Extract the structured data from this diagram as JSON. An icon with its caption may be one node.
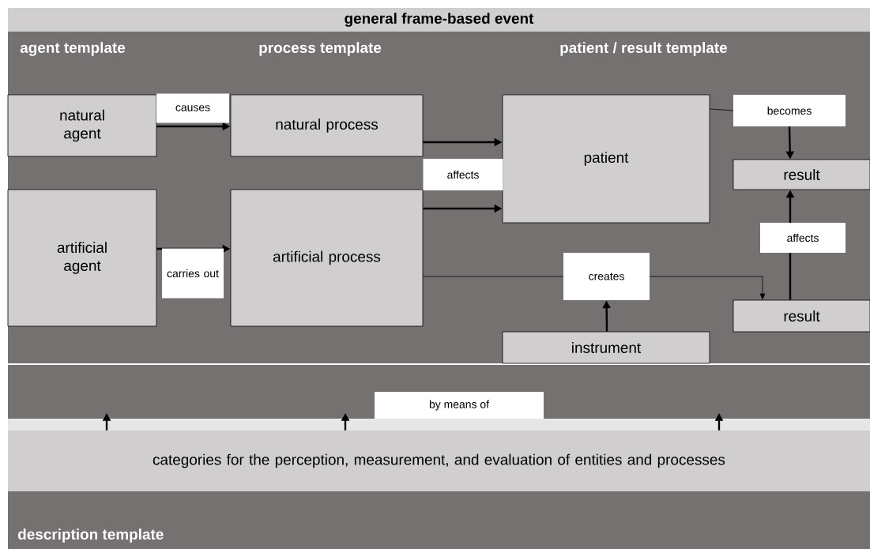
{
  "diagram": {
    "nodes": [
      {
        "text": [
          "general frame-based event"
        ]
      },
      {
        "text": [
          "natural agent"
        ],
        "in": 0
      },
      {
        "text": [
          "natural process"
        ],
        "in": 0
      },
      {
        "text": [
          "patient"
        ],
        "in": 0
      },
      {
        "text": [
          "becomes"
        ],
        "in": 0
      },
      {
        "text": [
          "result"
        ],
        "in": 0
      },
      {
        "text": [
          "artificial agent"
        ],
        "in": 0
      },
      {
        "text": [
          "artificial process"
        ],
        "in": 0
      },
      {
        "text": [
          "creates"
        ],
        "in": 0
      },
      {
        "text": [
          "result"
        ],
        "in": 0
      },
      {
        "text": [
          "instrument"
        ],
        "in": 0
      },
      {
        "text": [
          "description template"
        ]
      },
      {
        "text": [
          "categories for the perception, measurement, and evaluation of entities and processes"
        ],
        "in": 11
      }
    ],
    "edges": [
      {
        "from": 1,
        "to": 2,
        "arrow": "to",
        "label": "causes"
      },
      {
        "from": 6,
        "to": 7,
        "arrow": "to",
        "label": "carries out"
      },
      {
        "from": 2,
        "to": 3,
        "arrow": "to",
        "label": "affects"
      },
      {
        "from": 7,
        "to": 3,
        "arrow": "to"
      },
      {
        "from": 3,
        "to": 4,
        "arrow": "none"
      },
      {
        "from": 4,
        "to": 5,
        "arrow": "to"
      },
      {
        "from": 9,
        "to": 5,
        "arrow": "to",
        "label": "affects"
      },
      {
        "from": 7,
        "to": 8,
        "arrow": "none"
      },
      {
        "from": 8,
        "to": 9,
        "arrow": "to"
      },
      {
        "from": 10,
        "to": 8,
        "arrow": "to"
      },
      {
        "from": 12,
        "to": null,
        "arrow": "to"
      },
      {
        "from": 12,
        "to": null,
        "arrow": "to"
      },
      {
        "from": 12,
        "to": null,
        "arrow": "to"
      }
    ],
    "labels": [
      "agent template",
      "process template",
      "patient / result template",
      "by means of"
    ]
  }
}
